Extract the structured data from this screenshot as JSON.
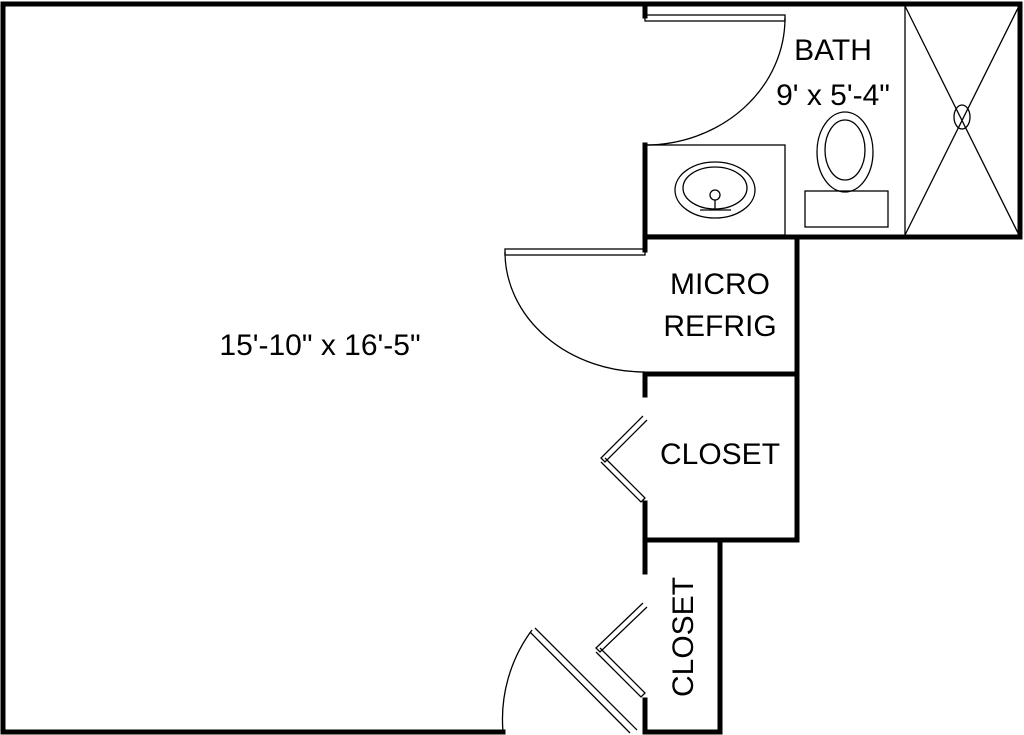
{
  "main_room": {
    "dimensions": "15'-10\" x 16'-5\""
  },
  "bath": {
    "label": "BATH",
    "dimensions": "9' x 5'-4\""
  },
  "kitchenette": {
    "line1": "MICRO",
    "line2": "REFRIG"
  },
  "closet_1": {
    "label": "CLOSET"
  },
  "closet_2": {
    "label": "CLOSET"
  },
  "colors": {
    "line": "#000000",
    "background": "#ffffff"
  }
}
